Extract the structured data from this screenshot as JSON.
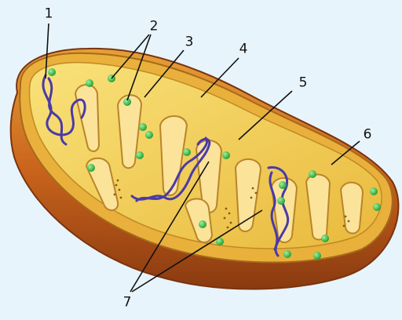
{
  "labels": [
    "1",
    "2",
    "3",
    "4",
    "5",
    "6",
    "7"
  ],
  "colors": {
    "background": "#e8f4fb",
    "outer_membrane": "#c9641c",
    "outer_rim": "#e0a63a",
    "matrix": "#f3cf4f",
    "cristae": "#fbe39a",
    "cristae_edge": "#b9842a",
    "dna": "#4a3aa8",
    "ribosome": "#2fbf3e",
    "leader_line": "#111111"
  }
}
